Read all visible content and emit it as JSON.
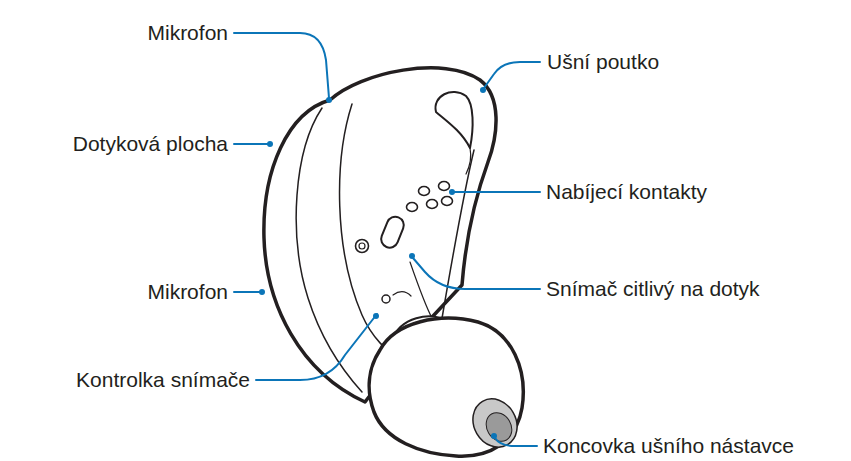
{
  "diagram": {
    "labels": [
      "Mikrofon",
      "Ušní poutko",
      "Dotyková plocha",
      "Nabíjecí kontakty",
      "Mikrofon",
      "Snímač citlivý na dotyk",
      "Kontrolka snímače",
      "Koncovka ušního nástavce"
    ]
  }
}
